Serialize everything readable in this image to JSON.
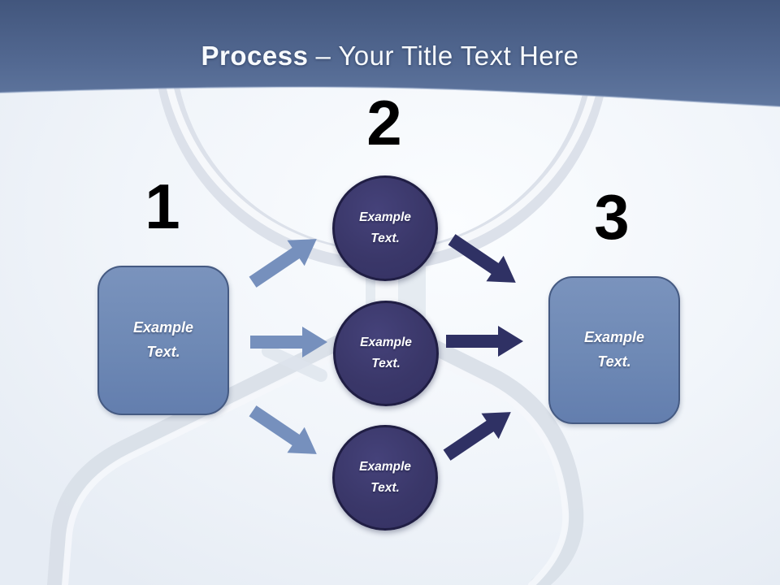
{
  "header": {
    "title_emphasis": "Process",
    "title_separator": "–",
    "title_rest": "Your Title Text Here"
  },
  "steps": [
    {
      "number": "1"
    },
    {
      "number": "2"
    },
    {
      "number": "3"
    }
  ],
  "boxes": {
    "left": {
      "label": "Example Text."
    },
    "right": {
      "label": "Example Text."
    }
  },
  "circles": [
    {
      "label": "Example Text."
    },
    {
      "label": "Example Text."
    },
    {
      "label": "Example Text."
    }
  ],
  "colors": {
    "header_gradient_top": "#42567d",
    "header_gradient_bottom": "#60779f",
    "title_text": "#f7fafd",
    "number_text": "#000000",
    "box_fill": "#6e89b5",
    "box_border": "#455a82",
    "circle_fill": "#3a3769",
    "circle_border": "#201e44",
    "arrow_left_fill": "#7690bd",
    "arrow_right_fill": "#2f3164",
    "background_base": "#eef2f8",
    "background_photo_lines": "#d9dfe8"
  }
}
